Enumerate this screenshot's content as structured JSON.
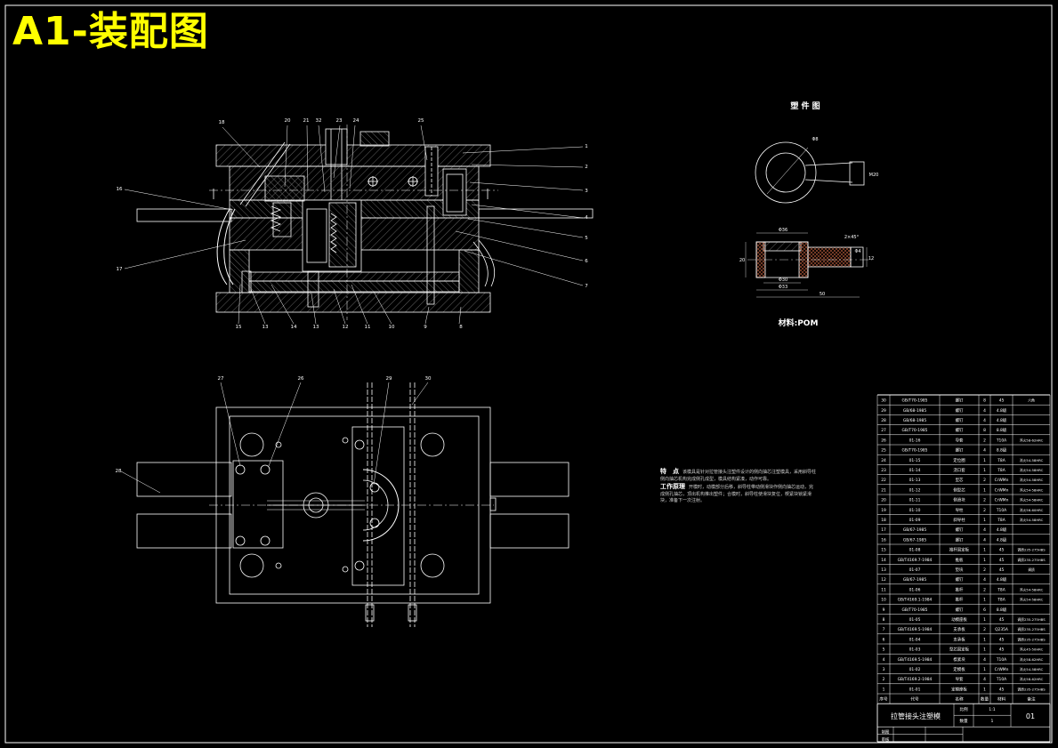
{
  "sheet_title": "A1-装配图",
  "part_drawing": {
    "title": "塑 件 图",
    "material": "材料:POM",
    "dimension_labels": [
      "Φ8",
      "M20",
      "Φ36",
      "2×45°",
      "Φ30",
      "Φ33",
      "50",
      "12",
      "Φ4",
      "20"
    ]
  },
  "main_view_callouts": {
    "top": [
      "18",
      "20",
      "21",
      "32",
      "23",
      "24",
      "25"
    ],
    "right": [
      "1",
      "2",
      "3",
      "4",
      "5",
      "6",
      "7"
    ],
    "left": [
      "16",
      "17"
    ],
    "bottom": [
      "15",
      "13",
      "14",
      "13",
      "12",
      "11",
      "10",
      "9",
      "8"
    ]
  },
  "plan_view_callouts": [
    "27",
    "26",
    "28",
    "29",
    "30"
  ],
  "notes": {
    "h1": "特　点",
    "p1": "该模具是针对拉管接头注塑件设计的侧向抽芯注塑模具，采用斜导柱侧向抽芯机构完成侧孔成型，模具结构紧凑，动作可靠。",
    "h2": "工作原理",
    "p2": "开模时，动模部分后移，斜导柱带动侧滑块作侧向抽芯运动，完成侧孔抽芯，顶出机构推出塑件；合模时，斜导柱使滑块复位，楔紧块锁紧滑块，准备下一次注射。"
  },
  "bom": {
    "header": [
      "序号",
      "代号",
      "名称",
      "数量",
      "材料",
      "备注"
    ],
    "rows": [
      [
        "30",
        "GB/T70-1985",
        "螺钉",
        "8",
        "45",
        "六角"
      ],
      [
        "29",
        "GB/68-1985",
        "螺钉",
        "4",
        "4.8级",
        ""
      ],
      [
        "28",
        "GB/68-1985",
        "螺钉",
        "4",
        "4.8级",
        ""
      ],
      [
        "27",
        "GB/T70-1985",
        "螺钉",
        "8",
        "8.8级",
        ""
      ],
      [
        "26",
        "01-16",
        "导套",
        "2",
        "T10A",
        "淬火58-62HRC"
      ],
      [
        "25",
        "GB/T70-1985",
        "螺钉",
        "4",
        "8.8级",
        ""
      ],
      [
        "24",
        "01-15",
        "定位圈",
        "1",
        "T8A",
        "淬火54-58HRC"
      ],
      [
        "23",
        "01-14",
        "浇口套",
        "1",
        "T8A",
        "淬火54-58HRC"
      ],
      [
        "22",
        "01-13",
        "型芯",
        "2",
        "CrWMn",
        "淬火54-58HRC"
      ],
      [
        "21",
        "01-12",
        "侧型芯",
        "1",
        "CrWMn",
        "淬火54-58HRC"
      ],
      [
        "20",
        "01-11",
        "侧滑块",
        "2",
        "CrWMn",
        "淬火54-58HRC"
      ],
      [
        "19",
        "01-10",
        "导柱",
        "2",
        "T10A",
        "淬火56-60HRC"
      ],
      [
        "18",
        "01-09",
        "斜导柱",
        "1",
        "T8A",
        "淬火54-58HRC"
      ],
      [
        "17",
        "GB/67-1985",
        "螺钉",
        "4",
        "4.8级",
        ""
      ],
      [
        "16",
        "GB/67-1985",
        "螺钉",
        "4",
        "4.8级",
        ""
      ],
      [
        "15",
        "01-08",
        "推杆固定板",
        "1",
        "45",
        "调质235-275HBS"
      ],
      [
        "14",
        "GB/T4169.7-1984",
        "推板",
        "1",
        "45",
        "调质235-275HBS"
      ],
      [
        "13",
        "01-07",
        "垫块",
        "2",
        "45",
        "调质"
      ],
      [
        "12",
        "GB/67-1985",
        "螺钉",
        "4",
        "4.8级",
        ""
      ],
      [
        "11",
        "01-06",
        "推杆",
        "2",
        "T8A",
        "淬火54-58HRC"
      ],
      [
        "10",
        "GB/T4169.1-1984",
        "推杆",
        "1",
        "T8A",
        "淬火54-58HRC"
      ],
      [
        "9",
        "GB/T70-1985",
        "螺钉",
        "6",
        "8.8级",
        ""
      ],
      [
        "8",
        "01-05",
        "动模座板",
        "1",
        "45",
        "调质235-275HBS"
      ],
      [
        "7",
        "GB/T4169.5-1984",
        "支承板",
        "2",
        "Q235A",
        "调质235-275HBS"
      ],
      [
        "6",
        "01-04",
        "支承板",
        "1",
        "45",
        "调质235-275HBS"
      ],
      [
        "5",
        "01-03",
        "型芯固定板",
        "1",
        "45",
        "淬火45-50HRC"
      ],
      [
        "4",
        "GB/T4169.5-1984",
        "楔紧块",
        "4",
        "T10A",
        "淬火58-62HRC"
      ],
      [
        "3",
        "01-02",
        "定模板",
        "1",
        "CrWMn",
        "淬火54-58HRC"
      ],
      [
        "2",
        "GB/T4169.2-1984",
        "导套",
        "4",
        "T10A",
        "淬火58-62HRC"
      ],
      [
        "1",
        "01-01",
        "定模座板",
        "1",
        "45",
        "调质235-275HBS"
      ]
    ],
    "title_block": {
      "name": "拉管接头注塑模",
      "scale_label": "比例",
      "scale": "1:1",
      "qty_label": "数量",
      "qty": "1",
      "drawing_no": "01",
      "designer_label": "制图",
      "checker_label": "审核"
    }
  },
  "colors": {
    "background": "#000000",
    "title": "#ffff00",
    "line": "#ffffff",
    "hatch": "#9a9a9a"
  }
}
